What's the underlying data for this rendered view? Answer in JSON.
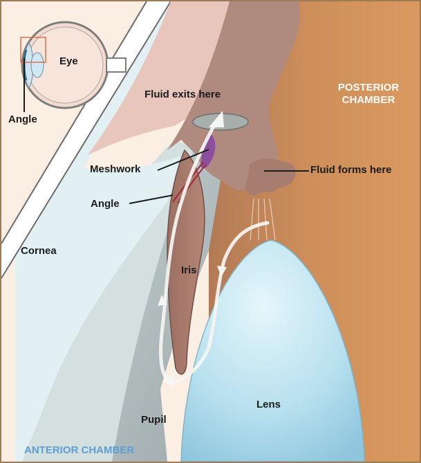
{
  "labels": {
    "eye": "Eye",
    "angle_inset": "Angle",
    "fluid_exits": "Fluid exits here",
    "posterior_line1": "POSTERIOR",
    "posterior_line2": "CHAMBER",
    "meshwork": "Meshwork",
    "fluid_forms": "Fluid forms here",
    "angle": "Angle",
    "cornea": "Cornea",
    "iris": "Iris",
    "lens": "Lens",
    "pupil": "Pupil",
    "anterior_chamber": "ANTERIOR CHAMBER"
  },
  "colors": {
    "frame_border": "#9e7a55",
    "background": "#fbeee3",
    "posterior_chamber": "#c98a56",
    "iris": "#a97b6b",
    "anterior_chamber": "#c9d6d7",
    "cornea_band": "#dfeff3",
    "lens": "#bfe6f1",
    "meshwork": "#8b4f9e",
    "anterior_chamber_label": "#5b9fd4"
  }
}
